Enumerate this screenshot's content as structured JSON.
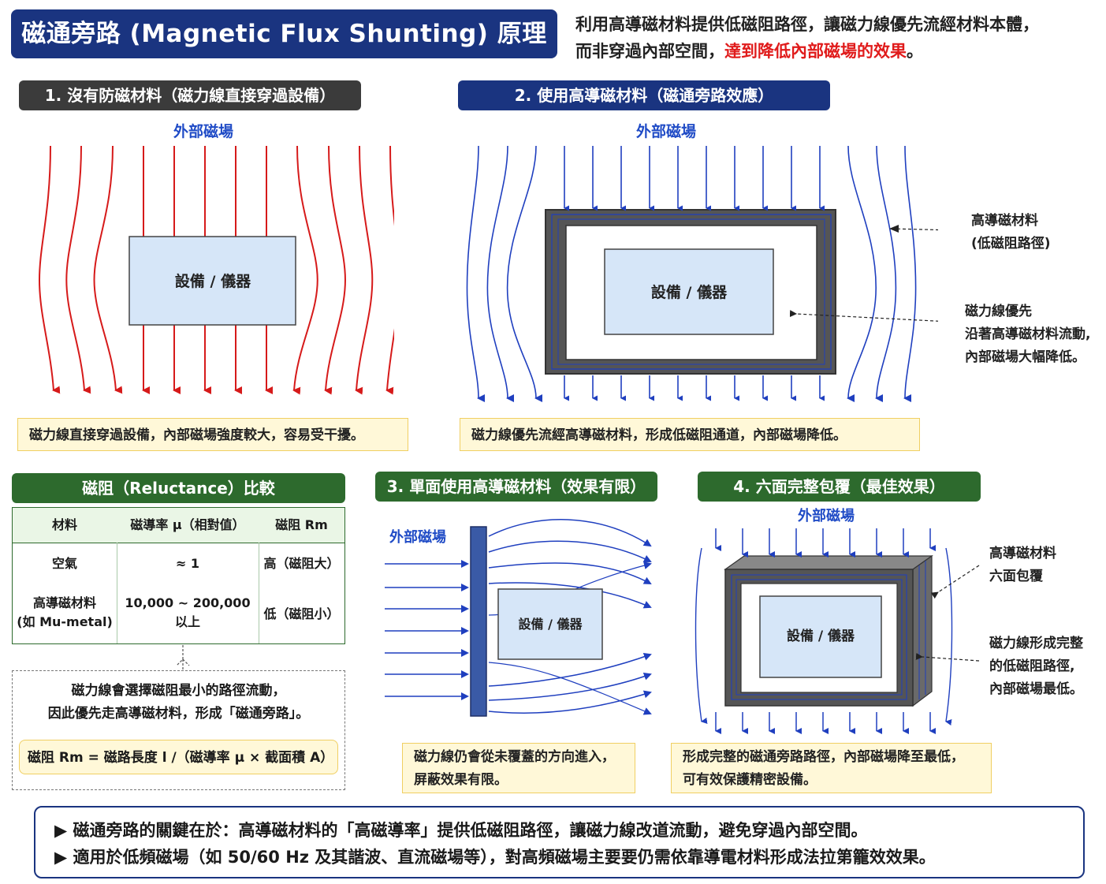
{
  "header": {
    "title": "磁通旁路 (Magnetic Flux Shunting) 原理圖",
    "desc_line1": "利用高導磁材料提供低磁阻路徑，讓磁力線優先流經材料本體，",
    "desc_line2_prefix": "而非穿過內部空間，",
    "desc_line2_highlight": "達到降低內部磁場的效果",
    "desc_line2_suffix": "。"
  },
  "colors": {
    "navy": "#1a3480",
    "field_red": "#d61a1a",
    "field_blue": "#1f3fbf",
    "green": "#2d6a2d",
    "note_bg": "#fff8d8"
  },
  "section1": {
    "title": "1. 沒有防磁材料（磁力線直接穿過設備）",
    "field_label": "外部磁場",
    "device_label": "設備 / 儀器",
    "note": "磁力線直接穿過設備，內部磁場強度較大，容易受干擾。"
  },
  "section2": {
    "title": "2. 使用高導磁材料（磁通旁路效應）",
    "field_label": "外部磁場",
    "device_label": "設備 / 儀器",
    "label_material_1": "高導磁材料",
    "label_material_2": "(低磁阻路徑)",
    "label_flow_1": "磁力線優先",
    "label_flow_2": "沿著高導磁材料流動,",
    "label_flow_3": "內部磁場大幅降低。",
    "note": "磁力線優先流經高導磁材料，形成低磁阻通道，內部磁場降低。"
  },
  "reluctance": {
    "title": "磁阻（Reluctance）比較",
    "headers": [
      "材料",
      "磁導率 μ（相對值）",
      "磁阻 Rm"
    ],
    "rows": [
      {
        "material": "空氣",
        "material2": "",
        "mu": "≈ 1",
        "mu2": "",
        "rm": "高（磁阻大）"
      },
      {
        "material": "高導磁材料",
        "material2": "(如 Mu-metal)",
        "mu": "10,000 ~ 200,000",
        "mu2": "以上",
        "rm": "低（磁阻小）"
      }
    ],
    "explain_1": "磁力線會選擇磁阻最小的路徑流動，",
    "explain_2": "因此優先走高導磁材料，形成「磁通旁路」。",
    "formula": "磁阻 Rm = 磁路長度 l /（磁導率 μ × 截面積 A）"
  },
  "section3": {
    "title": "3. 單面使用高導磁材料（效果有限）",
    "field_label": "外部磁場",
    "device_label": "設備 / 儀器",
    "note_1": "磁力線仍會從未覆蓋的方向進入，",
    "note_2": "屏蔽效果有限。"
  },
  "section4": {
    "title": "4. 六面完整包覆（最佳效果）",
    "field_label": "外部磁場",
    "device_label": "設備 / 儀器",
    "label_material_1": "高導磁材料",
    "label_material_2": "六面包覆",
    "label_path_1": "磁力線形成完整",
    "label_path_2": "的低磁阻路徑,",
    "label_path_3": "內部磁場最低。",
    "note_1": "形成完整的磁通旁路路徑，內部磁場降至最低，",
    "note_2": "可有效保護精密設備。"
  },
  "footer": {
    "line1": "▶ 磁通旁路的關鍵在於：高導磁材料的「高磁導率」提供低磁阻路徑，讓磁力線改道流動，避免穿過內部空間。",
    "line2": "▶ 適用於低頻磁場（如 50/60 Hz 及其諧波、直流磁場等），對高頻磁場主要要仍需依靠導電材料形成法拉第籠效效果。"
  }
}
